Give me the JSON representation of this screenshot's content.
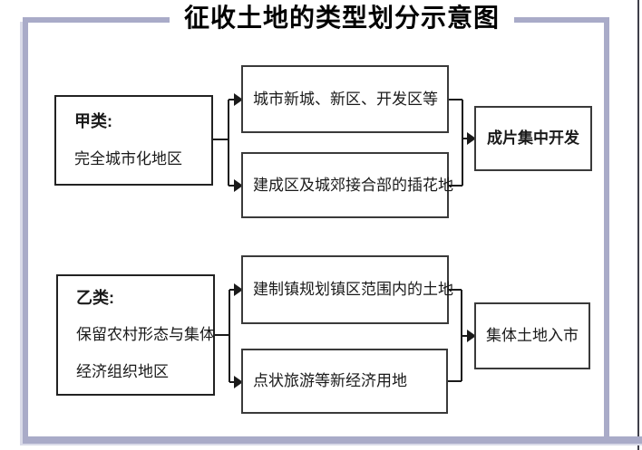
{
  "title": "征收土地的类型划分示意图",
  "diagram": {
    "groups": [
      {
        "source": {
          "title": "甲类:",
          "lines": [
            "完全城市化地区"
          ]
        },
        "branches": [
          "城市新城、新区、开发区等",
          "建成区及城郊接合部的插花地"
        ],
        "result": "成片集中开发"
      },
      {
        "source": {
          "title": "乙类:",
          "lines": [
            "保留农村形态与集体",
            "经济组织地区"
          ]
        },
        "branches": [
          "建制镇规划镇区范围内的土地",
          "点状旅游等新经济用地"
        ],
        "result": "集体土地入市"
      }
    ],
    "colors": {
      "frame": "#a9abc8",
      "frame_light": "#d9dae8",
      "box_border": "#3a3a3a",
      "connector": "#1a1a1a",
      "text": "#1a1a1a"
    }
  }
}
